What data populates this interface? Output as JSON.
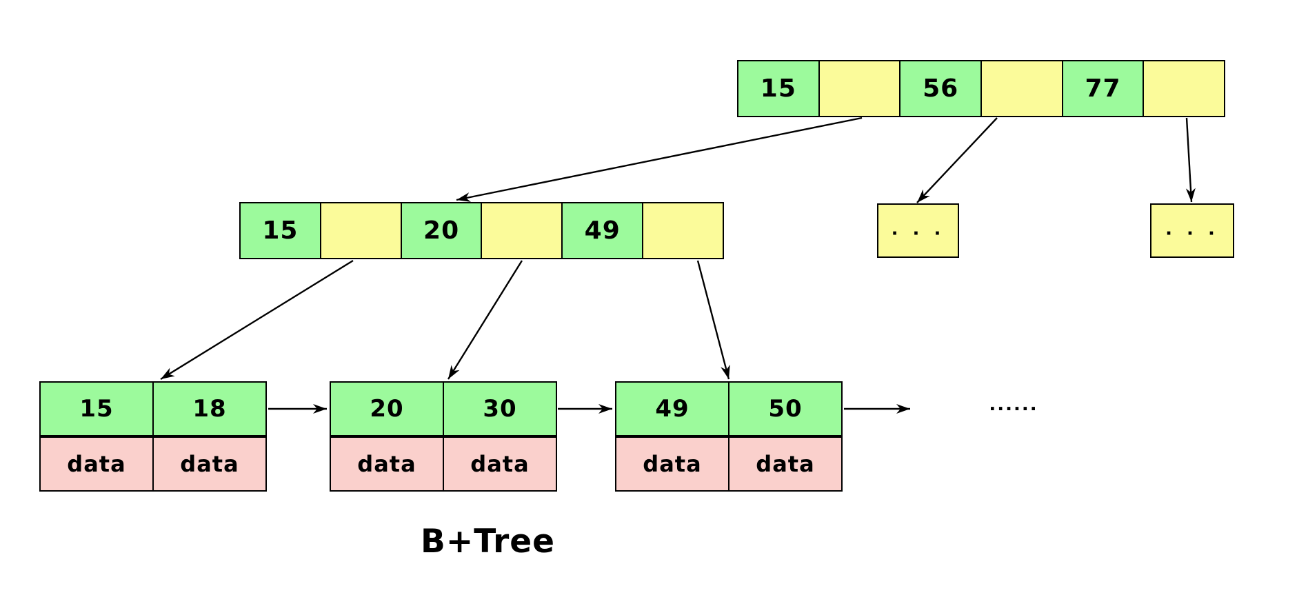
{
  "diagram_title": "B+Tree",
  "colors": {
    "background": "#ffffff",
    "key_cell": "#9cfa9c",
    "pointer_cell": "#fbfb9a",
    "data_cell": "#fad0cc",
    "border": "#000000",
    "arrow": "#000000"
  },
  "tree": {
    "root_node": {
      "cells": [
        {
          "type": "key",
          "label": "15"
        },
        {
          "type": "pointer",
          "label": ""
        },
        {
          "type": "key",
          "label": "56"
        },
        {
          "type": "pointer",
          "label": ""
        },
        {
          "type": "key",
          "label": "77"
        },
        {
          "type": "pointer",
          "label": ""
        }
      ]
    },
    "internal_node": {
      "cells": [
        {
          "type": "key",
          "label": "15"
        },
        {
          "type": "pointer",
          "label": ""
        },
        {
          "type": "key",
          "label": "20"
        },
        {
          "type": "pointer",
          "label": ""
        },
        {
          "type": "key",
          "label": "49"
        },
        {
          "type": "pointer",
          "label": ""
        }
      ]
    },
    "subtree_placeholders": [
      {
        "label": "· · ·"
      },
      {
        "label": "· · ·"
      }
    ],
    "leaves": [
      {
        "keys": [
          "15",
          "18"
        ],
        "data": [
          "data",
          "data"
        ]
      },
      {
        "keys": [
          "20",
          "30"
        ],
        "data": [
          "data",
          "data"
        ]
      },
      {
        "keys": [
          "49",
          "50"
        ],
        "data": [
          "data",
          "data"
        ]
      }
    ],
    "leaf_chain_ellipsis": "......"
  }
}
